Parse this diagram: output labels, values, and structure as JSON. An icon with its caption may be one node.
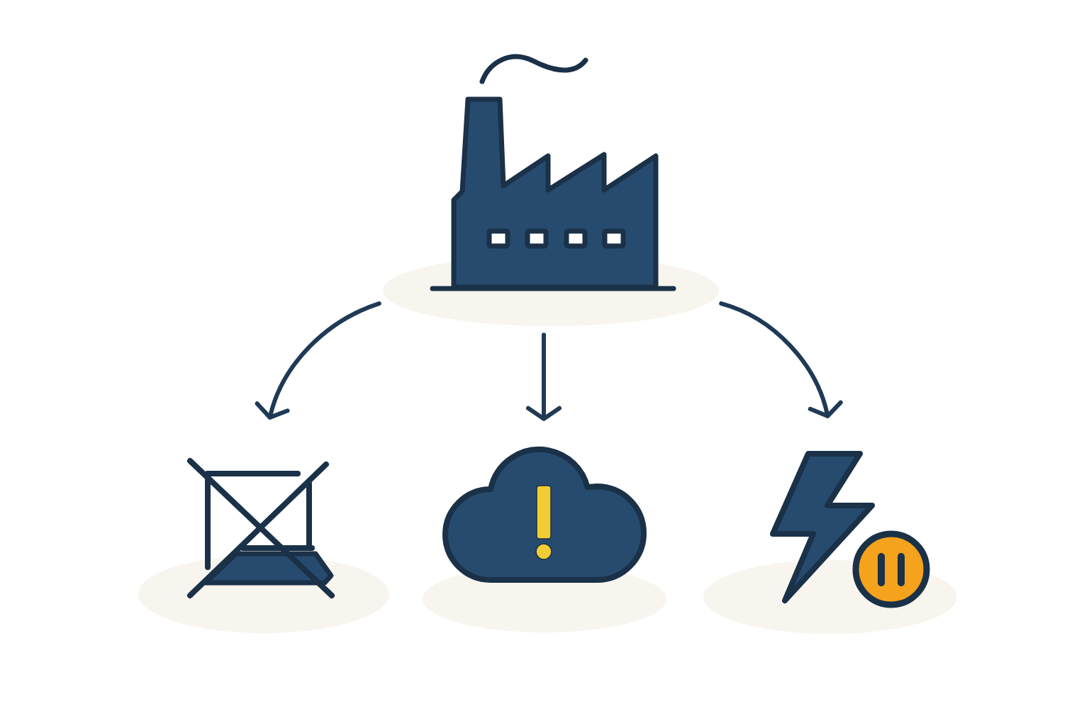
{
  "diagram": {
    "nodes": [
      {
        "text": [],
        "shape": "picture"
      },
      {
        "text": [],
        "shape": "picture"
      },
      {
        "text": [],
        "shape": "picture"
      },
      {
        "text": [],
        "shape": "picture"
      }
    ],
    "edges": [
      {
        "from": 0,
        "to": 1,
        "arrow": "to"
      },
      {
        "from": 0,
        "to": 2,
        "arrow": "to"
      },
      {
        "from": 0,
        "to": 3,
        "arrow": "to"
      }
    ]
  }
}
